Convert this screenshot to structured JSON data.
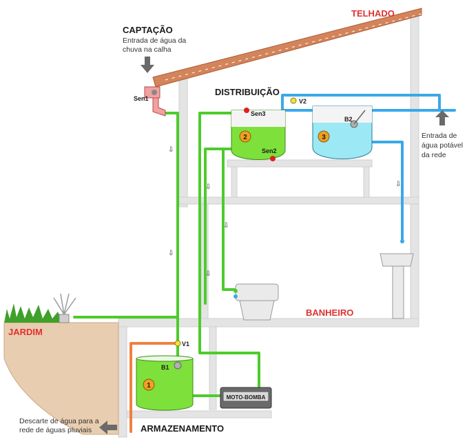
{
  "labels": {
    "telhado": "TELHADO",
    "captacao": "CAPTAÇÃO",
    "captacao_desc_1": "Entrada de água da",
    "captacao_desc_2": "chuva na calha",
    "distribuicao": "DISTRIBUIÇÃO",
    "entrada_1": "Entrada de",
    "entrada_2": "água potável",
    "entrada_3": "da rede",
    "banheiro": "BANHEIRO",
    "jardim": "JARDIM",
    "descarte_1": "Descarte de água para a",
    "descarte_2": "rede de águas pluviais",
    "armazenamento": "ARMAZENAMENTO",
    "motobomba": "MOTO-BOMBA"
  },
  "tags": {
    "sen1": "Sen1",
    "sen2": "Sen2",
    "sen3": "Sen3",
    "v1": "V1",
    "v2": "V2",
    "b1": "B1",
    "b2": "B2"
  },
  "tanks": {
    "t1": "1",
    "t2": "2",
    "t3": "3"
  },
  "arrow_glyph": "⇩",
  "colors": {
    "roof": "#d4845a",
    "green_pipe": "#4ccc2c",
    "blue_pipe": "#3aa8e8",
    "orange_pipe": "#f08040",
    "green_water": "#7ee03a",
    "blue_water": "#9ce8f4",
    "wall": "#e4e4e4",
    "soil": "#e8cdb0",
    "red_text": "#e03030",
    "tank_badge": "#f0a020"
  }
}
